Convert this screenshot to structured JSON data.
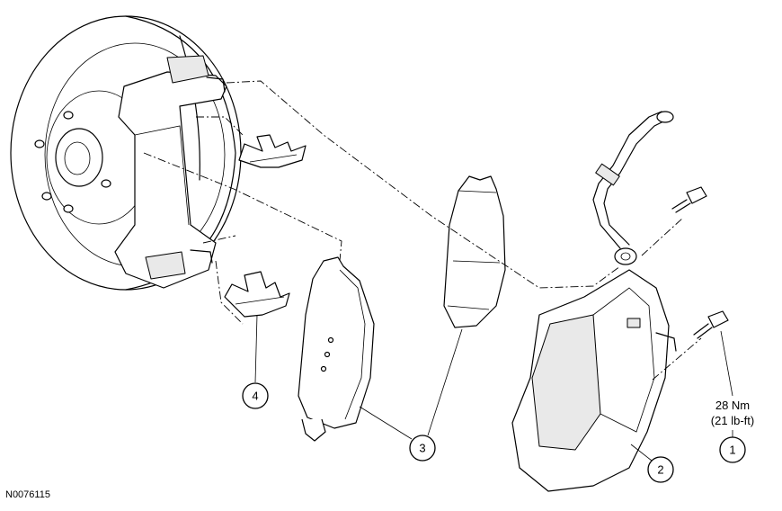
{
  "figure_id": "N0076115",
  "callouts": [
    {
      "number": "1",
      "part": "caliper bolt"
    },
    {
      "number": "2",
      "part": "caliper"
    },
    {
      "number": "3",
      "part": "brake pads"
    },
    {
      "number": "4",
      "part": "pad spring clips"
    }
  ],
  "torque_spec": {
    "metric": "28 Nm",
    "imperial": "(21 lb-ft)"
  }
}
